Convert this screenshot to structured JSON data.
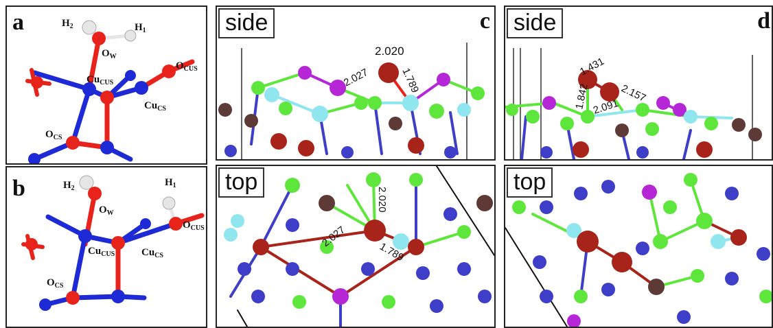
{
  "panels": {
    "a": {
      "letter": "a"
    },
    "b": {
      "letter": "b"
    },
    "c": {
      "letter": "c",
      "side_label": "side",
      "top_label": "top"
    },
    "d": {
      "letter": "d",
      "side_label": "side",
      "top_label": "top"
    }
  },
  "atom_labels_a": {
    "h2": {
      "main": "H",
      "sub": "2"
    },
    "h1": {
      "main": "H",
      "sub": "1"
    },
    "ow": {
      "main": "O",
      "sub": "W"
    },
    "ocus": {
      "main": "O",
      "sub": "CUS"
    },
    "cucus": {
      "main": "Cu",
      "sub": "CUS"
    },
    "cucs": {
      "main": "Cu",
      "sub": "CS"
    },
    "ocs": {
      "main": "O",
      "sub": "CS"
    }
  },
  "atom_labels_b": {
    "h2": {
      "main": "H",
      "sub": "2"
    },
    "h1": {
      "main": "H",
      "sub": "1"
    },
    "ow": {
      "main": "O",
      "sub": "W"
    },
    "ocus": {
      "main": "O",
      "sub": "CUS"
    },
    "cucus": {
      "main": "Cu",
      "sub": "CUS"
    },
    "cucs": {
      "main": "Cu",
      "sub": "CS"
    },
    "ocs": {
      "main": "O",
      "sub": "CS"
    }
  },
  "distances_c_side": [
    "2.020",
    "2.027",
    "1.789"
  ],
  "distances_c_top": [
    "2.020",
    "2.027",
    "1.789"
  ],
  "distances_d_side": [
    "1.431",
    "1.842",
    "2.157",
    "2.091"
  ],
  "colors": {
    "oxygen": "#e8231c",
    "copper": "#1e2ad6",
    "hydrogen": "#e6e6e6",
    "cl_green": "#5ee63c",
    "purple": "#b526d6",
    "cyan": "#8fe6ef",
    "brown": "#5e3a36",
    "darkred": "#a8231a",
    "blue_atom": "#3e3ec8"
  }
}
